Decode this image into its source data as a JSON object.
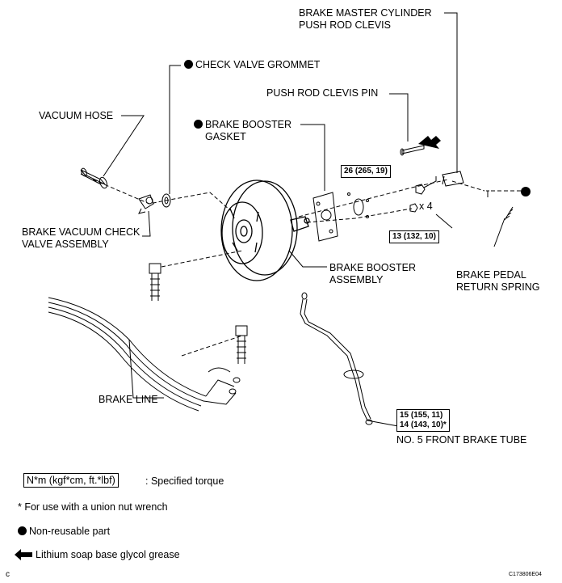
{
  "labels": {
    "master_cyl": [
      "BRAKE MASTER CYLINDER",
      "PUSH ROD CLEVIS"
    ],
    "check_valve_grommet": "CHECK VALVE GROMMET",
    "push_rod_pin": "PUSH ROD CLEVIS PIN",
    "vacuum_hose": "VACUUM HOSE",
    "booster_gasket": [
      "BRAKE BOOSTER",
      "GASKET"
    ],
    "check_valve_assy": [
      "BRAKE VACUUM CHECK",
      "VALVE ASSEMBLY"
    ],
    "booster_assy": [
      "BRAKE BOOSTER",
      "ASSEMBLY"
    ],
    "pedal_spring": [
      "BRAKE PEDAL",
      "RETURN SPRING"
    ],
    "brake_line": "BRAKE LINE",
    "front_tube": "NO. 5 FRONT BRAKE TUBE",
    "x4": "x 4"
  },
  "torques": {
    "t1": "26 (265, 19)",
    "t2": "13 (132, 10)",
    "t3a": "15 (155, 11)",
    "t3b": "14 (143, 10)*"
  },
  "legend": {
    "torque_box": "N*m (kgf*cm, ft.*lbf)",
    "torque_text": ": Specified torque",
    "union_note": "* For use with a union nut wrench",
    "nonreusable": "Non-reusable part",
    "grease": "Lithium soap base glycol grease"
  },
  "footer": {
    "letter": "c",
    "code": "C173806E04"
  }
}
